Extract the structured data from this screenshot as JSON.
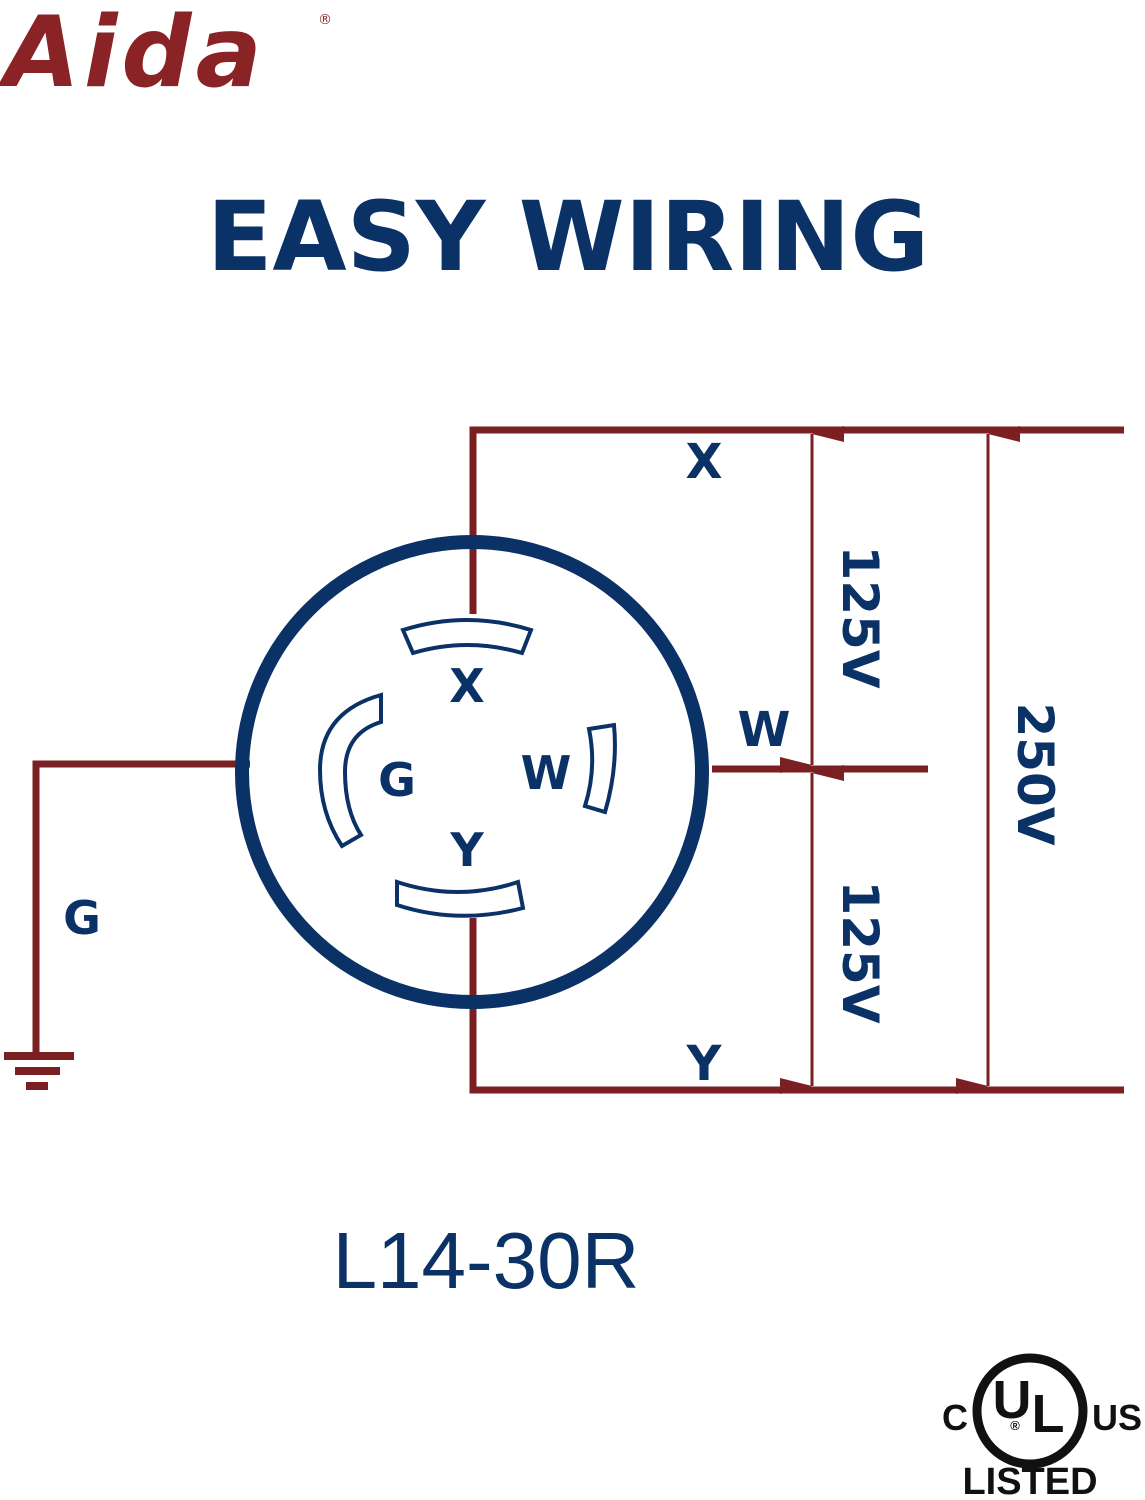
{
  "brand": {
    "logo_text": "Aida",
    "registered_mark": "®",
    "color": "#8a2326"
  },
  "title": "EASY WIRING",
  "diagram": {
    "receptacle_model": "L14-30R",
    "receptacle_slots": [
      {
        "id": "X",
        "label": "X"
      },
      {
        "id": "Y",
        "label": "Y"
      },
      {
        "id": "G",
        "label": "G"
      },
      {
        "id": "W",
        "label": "W"
      }
    ],
    "terminal_labels": {
      "x": "X",
      "w": "W",
      "y": "Y",
      "g": "G"
    },
    "voltages": {
      "x_to_w": "125V",
      "w_to_y": "125V",
      "x_to_y": "250V"
    },
    "ground_symbol": "ground-icon",
    "colors": {
      "outline": "#0b3266",
      "wire": "#7a1f22",
      "text": "#0b3266"
    }
  },
  "certification": {
    "left": "C",
    "center_top": "U",
    "center_bottom": "L",
    "registered_mark": "®",
    "right": "US",
    "caption": "LISTED"
  }
}
